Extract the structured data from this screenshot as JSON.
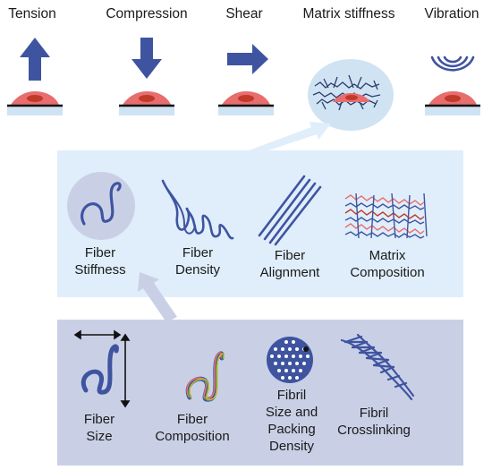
{
  "top_row": {
    "labels": [
      "Tension",
      "Compression",
      "Shear",
      "Matrix stiffness",
      "Vibration"
    ]
  },
  "middle_panel": {
    "items": [
      {
        "line1": "Fiber",
        "line2": "Stiffness"
      },
      {
        "line1": "Fiber",
        "line2": "Density"
      },
      {
        "line1": "Fiber",
        "line2": "Alignment"
      },
      {
        "line1": "Matrix",
        "line2": "Composition"
      }
    ]
  },
  "bottom_panel": {
    "items": [
      {
        "line1": "Fiber",
        "line2": "Size",
        "line3": ""
      },
      {
        "line1": "Fiber",
        "line2": "Composition",
        "line3": ""
      },
      {
        "line1": "Fibril",
        "line2": "Size and",
        "line3": "Packing",
        "line4": "Density"
      },
      {
        "line1": "Fibril",
        "line2": "Crosslinking",
        "line3": ""
      }
    ]
  },
  "colors": {
    "arrow": "#3f54a0",
    "cell": "#e86d6d",
    "nucleus": "#c0392b",
    "substrate": "#cfe3f3",
    "panel_mid": "#dfeefa",
    "panel_bot": "#c9d0e6",
    "fiber": "#3f54a0"
  }
}
